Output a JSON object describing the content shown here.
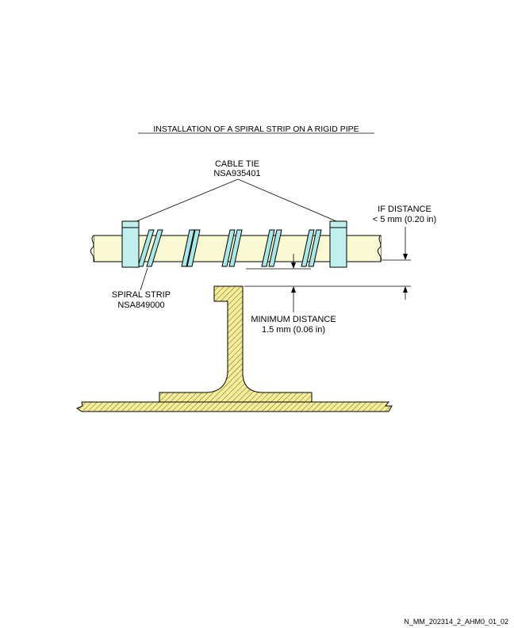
{
  "title": "INSTALLATION OF A SPIRAL STRIP ON A RIGID PIPE",
  "cable_tie": {
    "name": "CABLE TIE",
    "part": "NSA935401"
  },
  "if_distance": {
    "label": "IF DISTANCE",
    "value": "< 5 mm (0.20 in)"
  },
  "spiral_strip": {
    "name": "SPIRAL STRIP",
    "part": "NSA849000"
  },
  "minimum_distance": {
    "label": "MINIMUM DISTANCE",
    "value": "1.5 mm (0.06 in)"
  },
  "figure_ref": "N_MM_202314_2_AHM0_01_02",
  "colors": {
    "pipe": "#FAFAD2",
    "tie": "#BFF0EE",
    "strip": "#A8E8E8",
    "hatch": "#E8E26A"
  }
}
